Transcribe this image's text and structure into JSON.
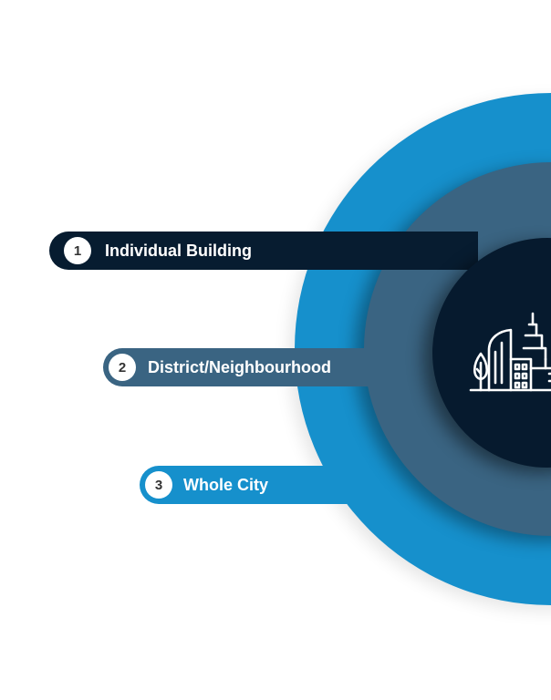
{
  "diagram": {
    "levels": [
      {
        "number": "1",
        "label": "Individual Building"
      },
      {
        "number": "2",
        "label": "District/Neighbourhood"
      },
      {
        "number": "3",
        "label": "Whole City"
      }
    ],
    "center_icon": "city-skyline-icon",
    "colors": {
      "level_1": "#071c30",
      "level_2": "#3a6482",
      "level_3": "#1690cc",
      "number_badge": "#ffffff",
      "label_text": "#ffffff"
    }
  }
}
